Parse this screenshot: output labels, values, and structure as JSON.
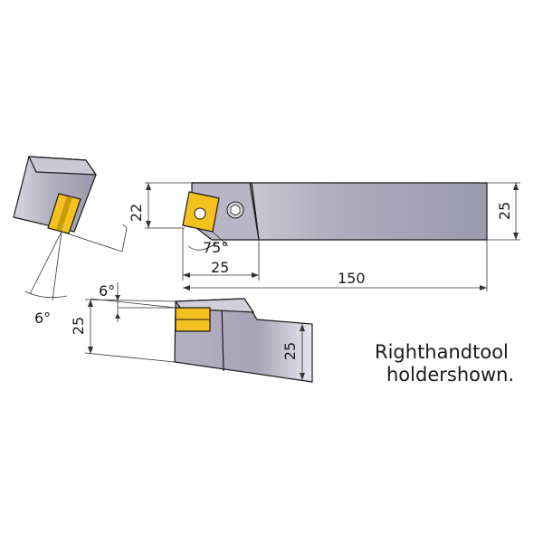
{
  "dimensions": {
    "top_view": {
      "shank_height": "22",
      "shank_width_right": "25",
      "insert_offset": "25",
      "overall_length": "150",
      "approach_angle": "75°"
    },
    "side_detail": {
      "clearance_angle_left": "6°",
      "clearance_angle_side": "6°",
      "height_left": "25",
      "height_right": "25"
    }
  },
  "note": {
    "line1": "Righthandtool",
    "line2": "holdershown."
  },
  "colors": {
    "body_grey": "#a9a7b6",
    "body_dark": "#8f8da0",
    "insert_yellow": "#f4c11f",
    "insert_dark": "#c79a0a",
    "line": "#1a1a1a"
  }
}
